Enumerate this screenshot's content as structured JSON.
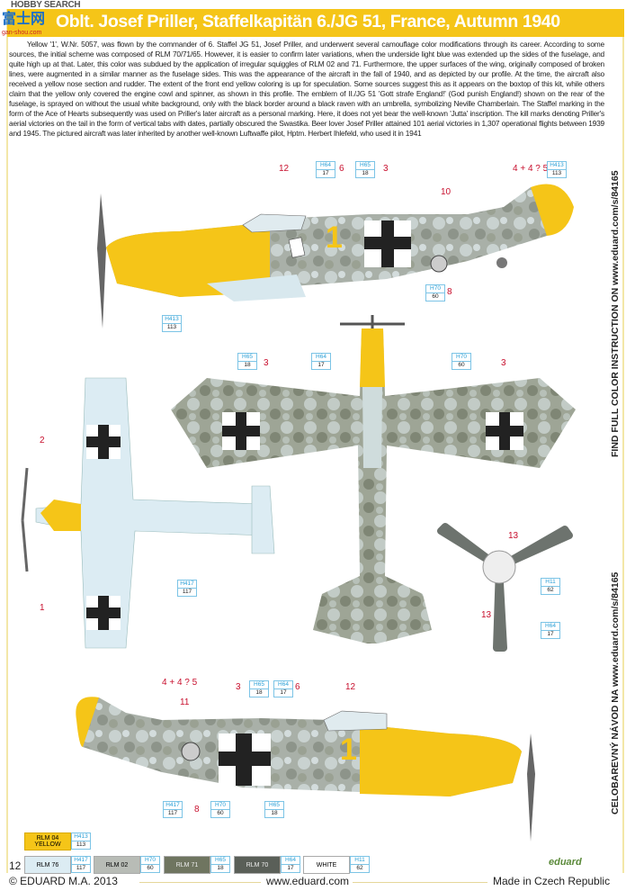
{
  "watermark": {
    "brand": "HOBBY SEARCH",
    "cn": "富士网",
    "site": "gan-shou.com"
  },
  "title": "Oblt. Josef Priller, Staffelkapitän 6./JG 51, France, Autumn 1940",
  "description": "Yellow '1', W.Nr. 5057, was flown by the commander of 6. Staffel JG 51, Josef Priller, and underwent several camouflage color modifications through its career. According to some sources, the initial scheme was composed of RLM 70/71/65. However, it is easier to confirm later variations, when the underside light blue was extended up the sides of the fuselage, and quite high up at that. Later, this color was subdued by the application of irregular squiggles of RLM 02 and 71. Furthermore, the upper surfaces of the wing, originally composed of broken lines, were augmented in a similar manner as the fuselage sides. This was the appearance of the aircraft in the fall of 1940, and as depicted by our profile. At the time, the aircraft also received a yellow nose section and rudder. The extent of the front end yellow coloring is up for speculation. Some sources suggest this as it appears on the boxtop of this kit, while others claim that the yellow only covered the engine cowl and spinner, as shown in this profile. The emblem of II./JG 51 'Gott strafe England!' (God punish England!) shown on the rear of the fuselage, is sprayed on without the usual white background, only with the black border around a black raven with an umbrella, symbolizing Neville Chamberlain. The Staffel marking in the form of the Ace of Hearts subsequently was used on Priller's later aircraft as a personal marking. Here, it does not yet bear the well-known 'Jutta' inscription.  The kill marks denoting Priller's aerial victories on the tail in the form of vertical tabs with dates, partially obscured the Swastika. Beer lover Josef Priller attained 101 aerial victories in 1,307 operational flights between 1939 and 1945. The pictured aircraft was later inherited by another well-known Luftwaffe pilot, Hptm. Herbert Ihlefeld, who used it in 1941",
  "side_text_en": "FIND FULL COLOR INSTRUCTION ON www.eduard.com/s/84165",
  "side_text_cz": "CELOBAREVNÝ NÁVOD NA www.eduard.com/s/84165",
  "fuselage_code": "1",
  "callouts": [
    {
      "t": "12"
    },
    {
      "t": "6"
    },
    {
      "t": "3"
    },
    {
      "t": "4 + 4 ? 5"
    },
    {
      "t": "10"
    },
    {
      "t": "8"
    },
    {
      "t": "3"
    },
    {
      "t": "3"
    },
    {
      "t": "2"
    },
    {
      "t": "1"
    },
    {
      "t": "13"
    },
    {
      "t": "13"
    },
    {
      "t": "4 + 4 ? 5"
    },
    {
      "t": "11"
    },
    {
      "t": "3"
    },
    {
      "t": "6"
    },
    {
      "t": "12"
    },
    {
      "t": "8"
    }
  ],
  "codes": [
    {
      "h": "H64",
      "n": "17"
    },
    {
      "h": "H65",
      "n": "18"
    },
    {
      "h": "H413",
      "n": "113"
    },
    {
      "h": "H70",
      "n": "60"
    },
    {
      "h": "H413",
      "n": "113"
    },
    {
      "h": "H65",
      "n": "18"
    },
    {
      "h": "H64",
      "n": "17"
    },
    {
      "h": "H70",
      "n": "60"
    },
    {
      "h": "H417",
      "n": "117"
    },
    {
      "h": "H11",
      "n": "62"
    },
    {
      "h": "H64",
      "n": "17"
    },
    {
      "h": "H65",
      "n": "18"
    },
    {
      "h": "H64",
      "n": "17"
    },
    {
      "h": "H417",
      "n": "117"
    },
    {
      "h": "H70",
      "n": "60"
    },
    {
      "h": "H65",
      "n": "18"
    }
  ],
  "legend": [
    {
      "name": "RLM 04 YELLOW",
      "h": "H413",
      "n": "113",
      "color": "#f5c518",
      "text": "#222"
    },
    {
      "name": "RLM 76",
      "h": "H417",
      "n": "117",
      "color": "#dcecf3",
      "text": "#222"
    },
    {
      "name": "RLM 02",
      "h": "H70",
      "n": "60",
      "color": "#b8bcb6",
      "text": "#222"
    },
    {
      "name": "RLM 71",
      "h": "H65",
      "n": "18",
      "color": "#6f7560",
      "text": "#fff"
    },
    {
      "name": "RLM 70",
      "h": "H64",
      "n": "17",
      "color": "#5a5f58",
      "text": "#fff"
    },
    {
      "name": "WHITE",
      "h": "H11",
      "n": "62",
      "color": "#ffffff",
      "text": "#222"
    }
  ],
  "page_number": "12",
  "footer": {
    "copyright": "© EDUARD  M.A. 2013",
    "url": "www.eduard.com",
    "made_in": "Made in Czech Republic",
    "logo": "eduard"
  }
}
